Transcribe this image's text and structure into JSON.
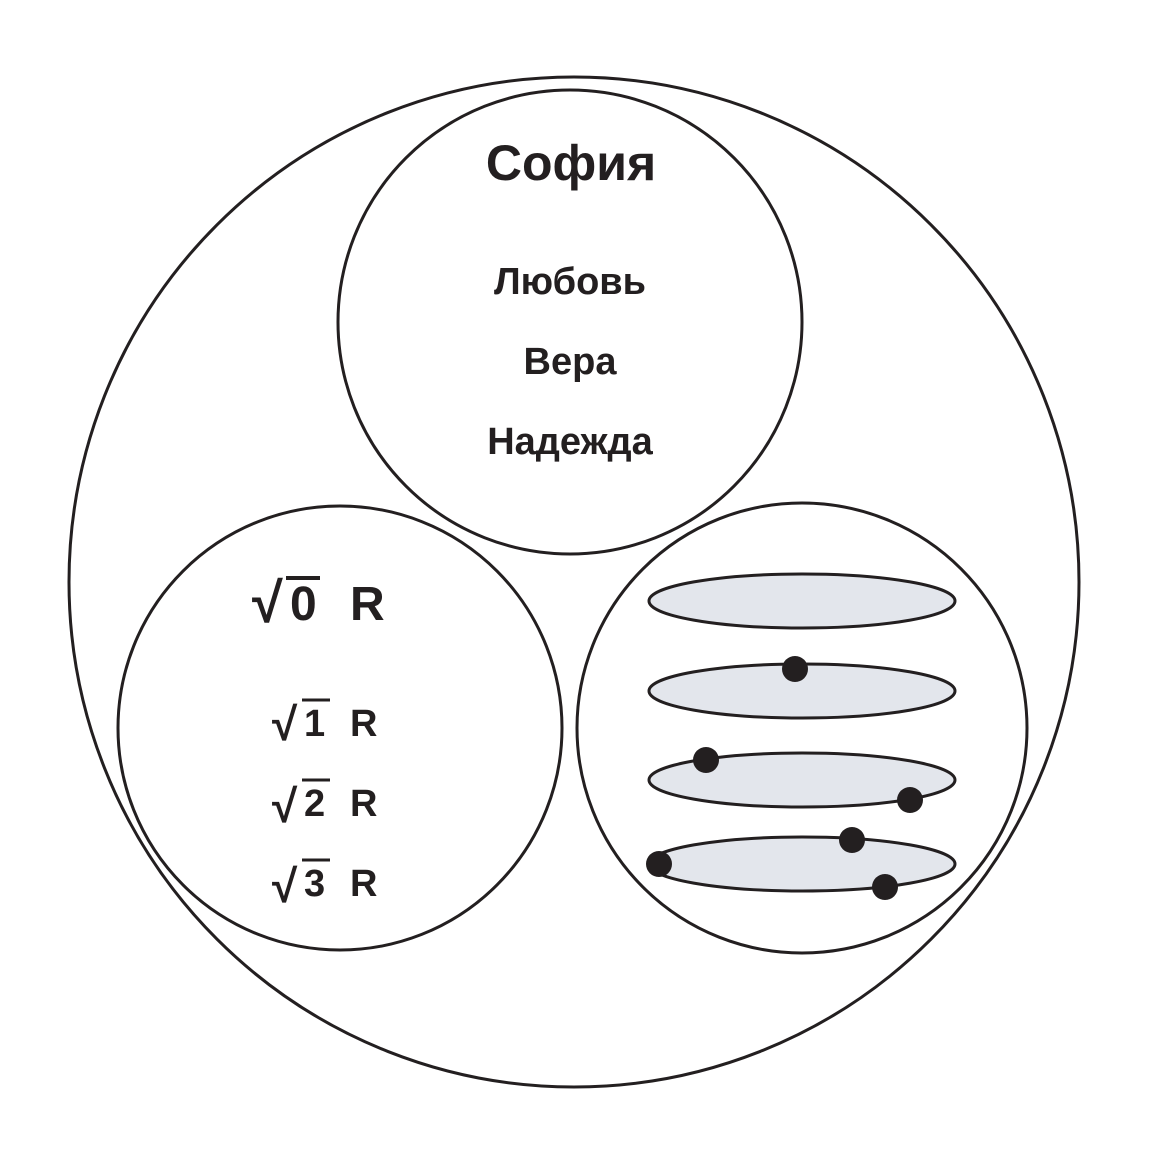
{
  "colors": {
    "stroke": "#231f20",
    "ellipse_fill": "#e3e6ec",
    "background": "#ffffff"
  },
  "top_circle": {
    "title": "София",
    "items": [
      "Любовь",
      "Вера",
      "Надежда"
    ]
  },
  "left_circle": {
    "items": [
      {
        "radical": "√",
        "number": "0",
        "suffix": "R"
      },
      {
        "radical": "√",
        "number": "1",
        "suffix": "R"
      },
      {
        "radical": "√",
        "number": "2",
        "suffix": "R"
      },
      {
        "radical": "√",
        "number": "3",
        "suffix": "R"
      }
    ]
  },
  "right_circle": {
    "ellipses": [
      {
        "dots": 0
      },
      {
        "dots": 1
      },
      {
        "dots": 2
      },
      {
        "dots": 3
      }
    ]
  }
}
